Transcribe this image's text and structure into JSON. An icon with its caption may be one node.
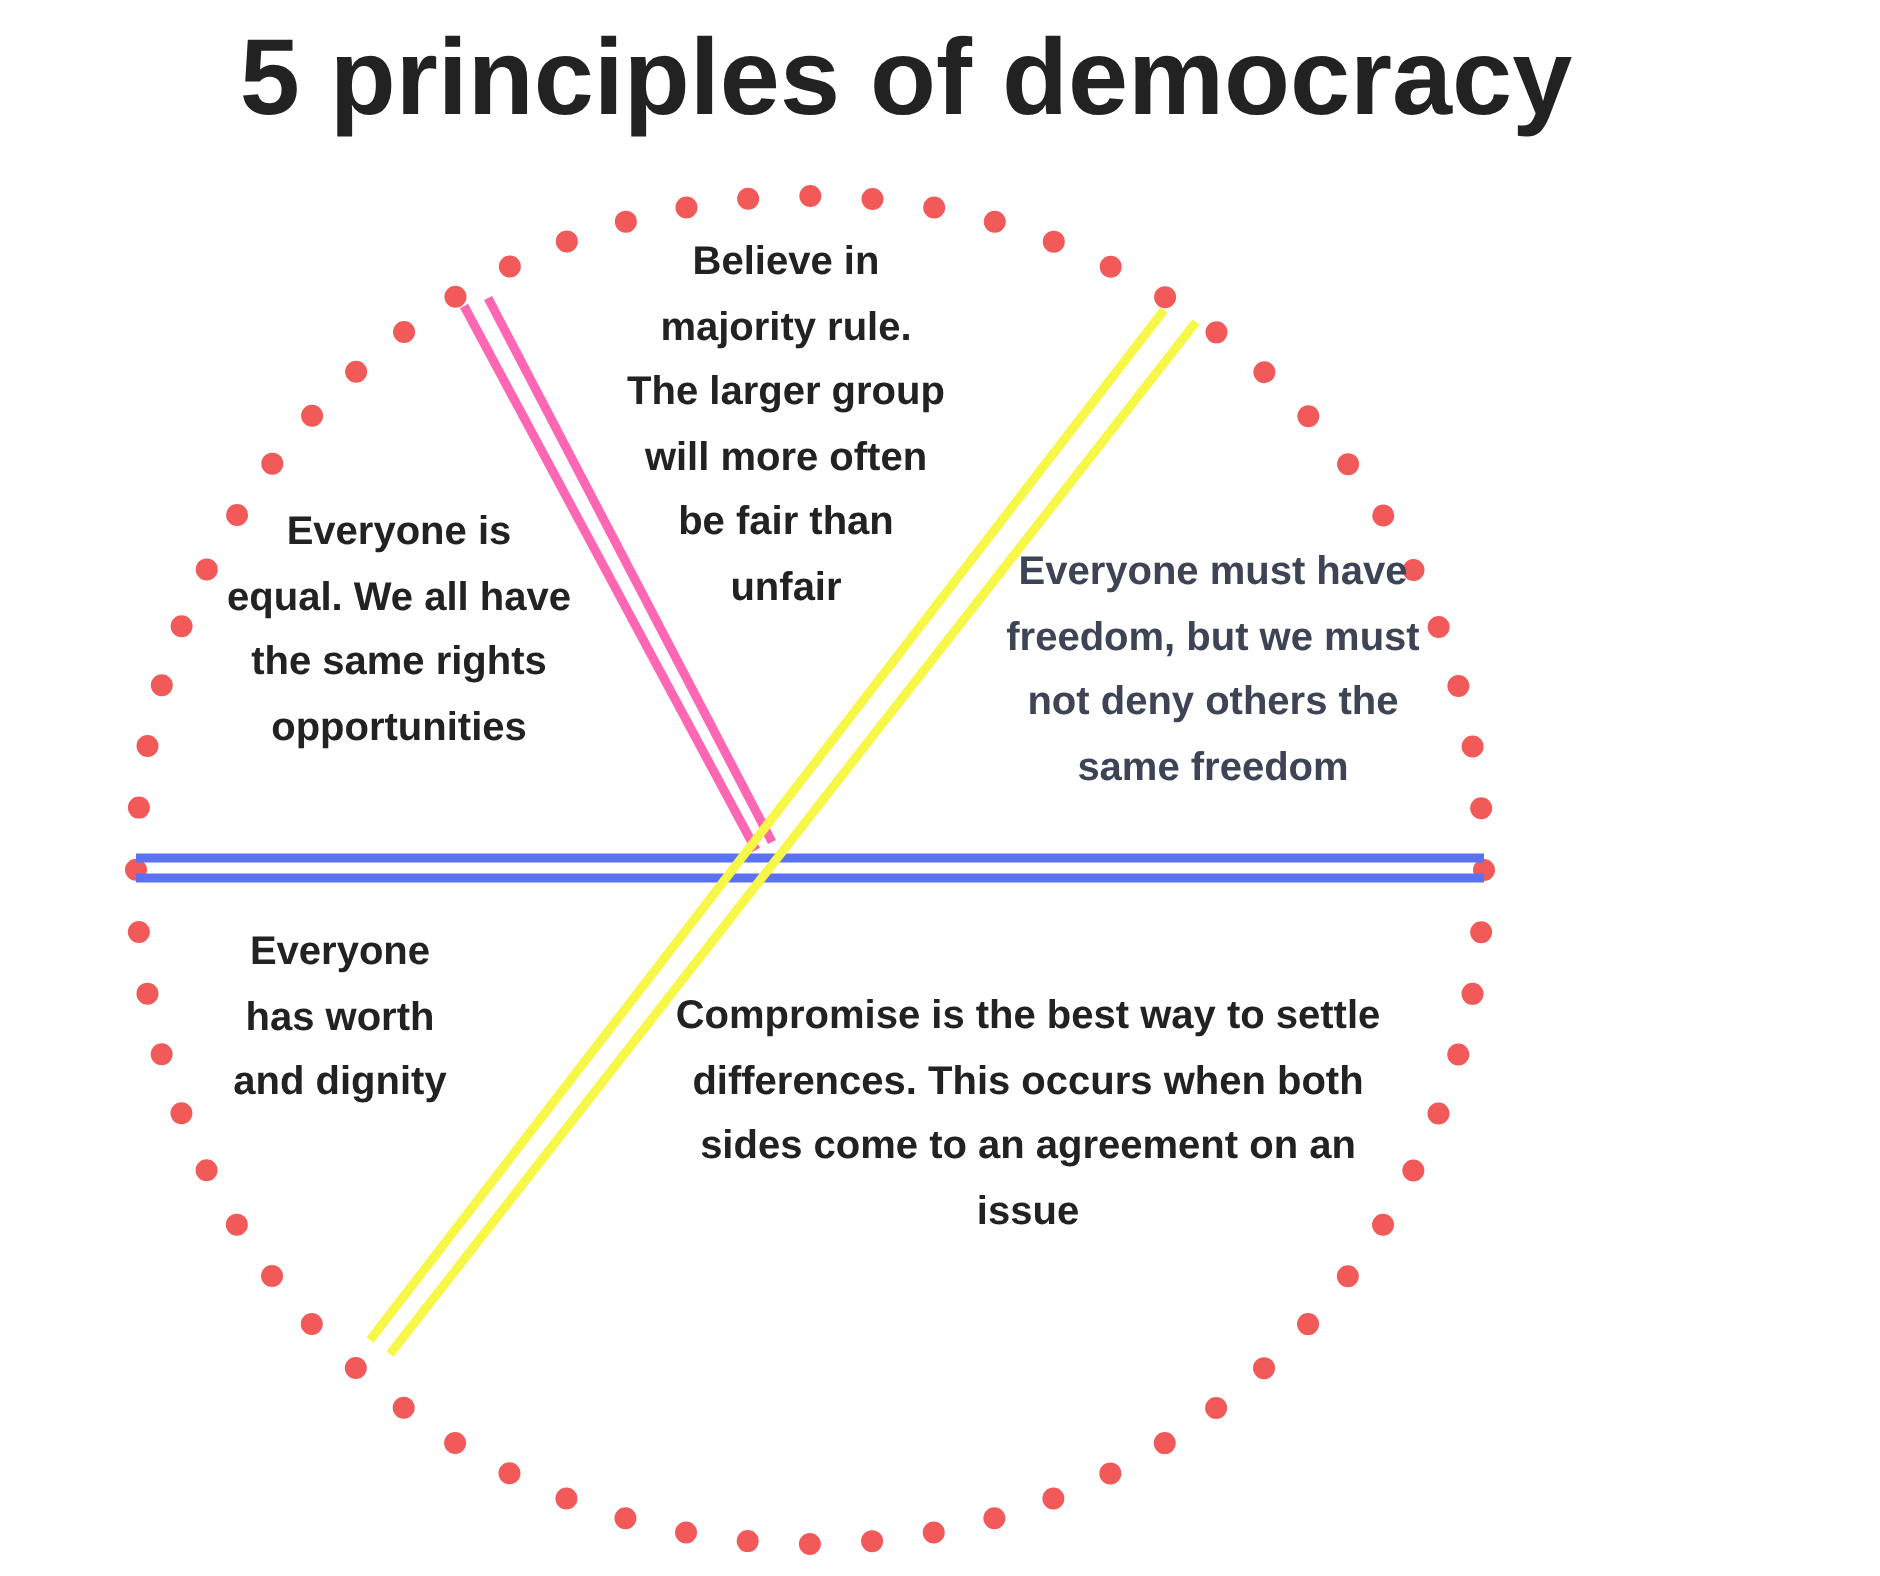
{
  "diagram": {
    "title": "5 principles of democracy",
    "nodes": [
      {
        "text": [
          "Everyone is equal. We all have the same rights opportunities",
          "Believe in majority rule. The larger group will more often be fair than unfair",
          "Everyone must have freedom, but we must not deny others the same freedom",
          "Everyone has worth and dignity",
          "Compromise is the best way to settle differences. This occurs when both sides come to an agreement on an issue"
        ]
      }
    ],
    "edges": []
  }
}
